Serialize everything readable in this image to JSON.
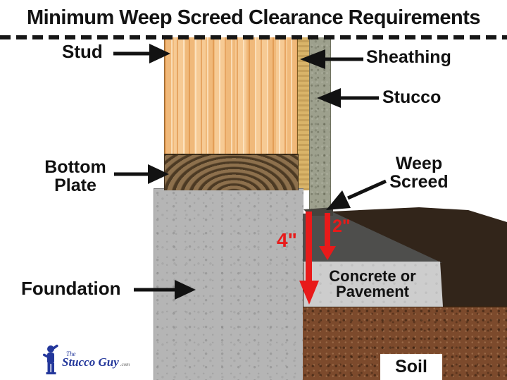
{
  "header": {
    "title": "Minimum Weep Screed Clearance Requirements"
  },
  "diagram": {
    "labels": {
      "stud": "Stud",
      "sheathing": "Sheathing",
      "stucco": "Stucco",
      "bottom_plate_line1": "Bottom",
      "bottom_plate_line2": "Plate",
      "weep_screed_line1": "Weep",
      "weep_screed_line2": "Screed",
      "foundation": "Foundation",
      "pavement_line1": "Concrete or",
      "pavement_line2": "Pavement",
      "soil": "Soil"
    },
    "measurements": {
      "paved_clearance": "2\"",
      "soil_clearance": "4\""
    },
    "colors": {
      "accent_red": "#e81a1a",
      "stud_wood": "#f4c48c",
      "bottom_plate_wood": "#7f6443",
      "sheathing": "#d9b469",
      "stucco": "#9da08d",
      "foundation_concrete": "#b5b5b5",
      "charcoal_shadow": "#4e4e4c",
      "dark_soil": "#32251a",
      "soil": "#7c4a2c",
      "pavement": "#cdcdcd"
    }
  },
  "logo": {
    "prefix": "The",
    "name": "Stucco Guy",
    "suffix": ".com"
  }
}
